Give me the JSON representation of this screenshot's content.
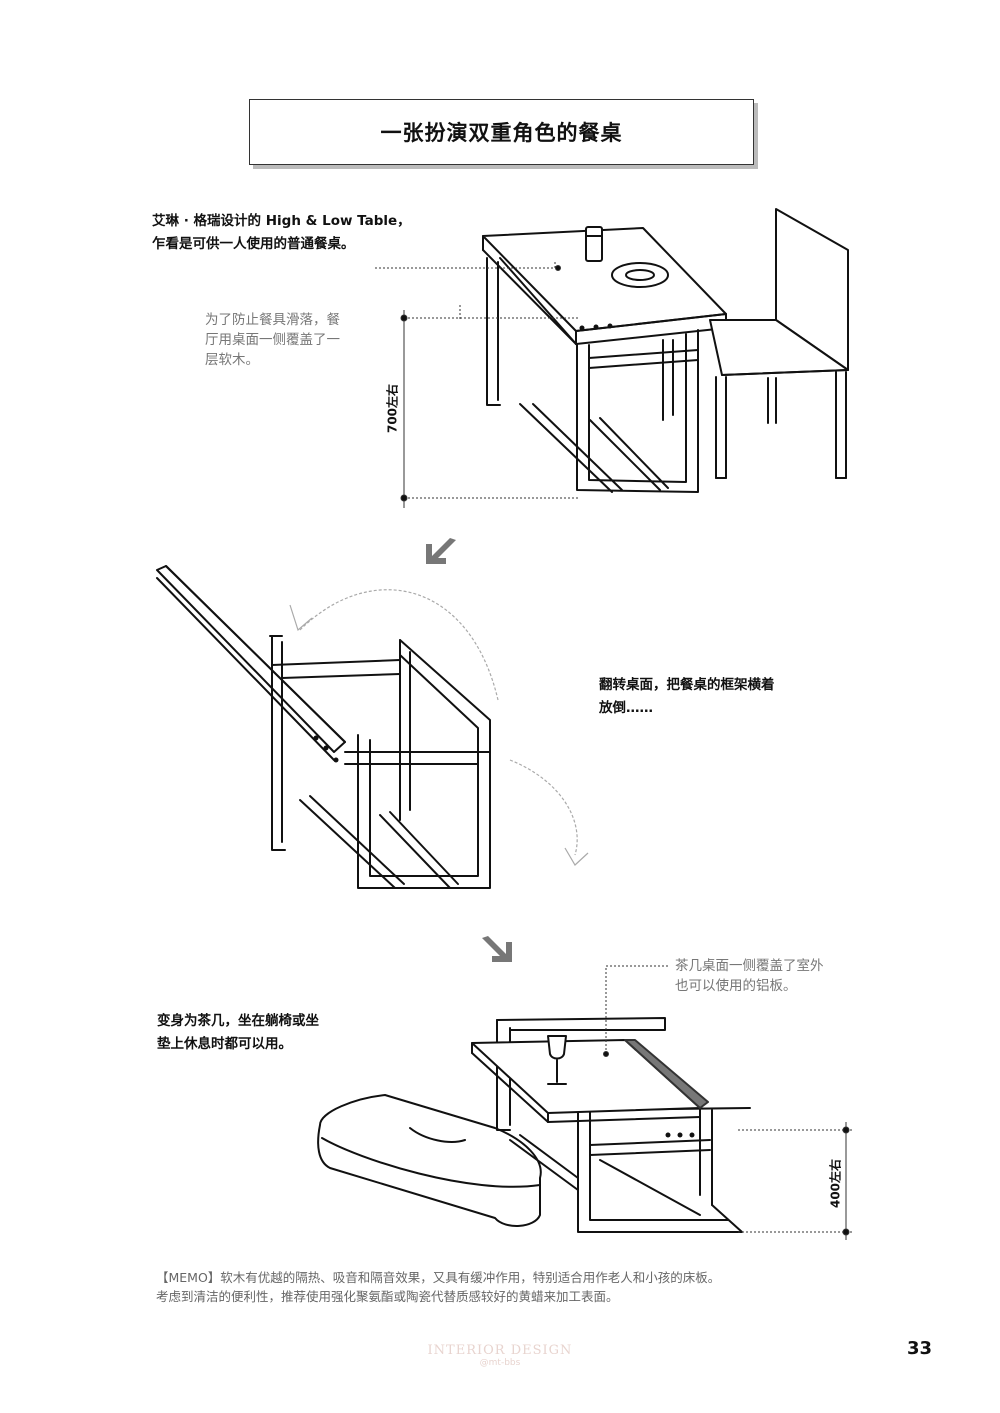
{
  "title": "一张扮演双重角色的餐桌",
  "section1": {
    "caption_line1": "艾琳 · 格瑞设计的 High & Low Table，",
    "caption_line2": "乍看是可供一人使用的普通餐桌。",
    "note_line1": "为了防止餐具滑落，餐",
    "note_line2": "厅用桌面一侧覆盖了一",
    "note_line3": "层软木。",
    "dimension": "700左右"
  },
  "section2": {
    "caption_line1": "翻转桌面，把餐桌的框架横着",
    "caption_line2": "放倒……"
  },
  "section3": {
    "caption_line1": "变身为茶几，坐在躺椅或坐",
    "caption_line2": "垫上休息时都可以用。",
    "note_line1": "茶几桌面一侧覆盖了室外",
    "note_line2": "也可以使用的铝板。",
    "dimension": "400左右"
  },
  "memo": {
    "line1": "【MEMO】软木有优越的隔热、吸音和隔音效果，又具有缓冲作用，特别适合用作老人和小孩的床板。",
    "line2": "考虑到清洁的便利性，推荐使用强化聚氨酯或陶瓷代替质感较好的黄蜡来加工表面。"
  },
  "page_number": "33",
  "watermark": {
    "line1": "INTERIOR DESIGN",
    "line2": "@mt-bbs"
  }
}
